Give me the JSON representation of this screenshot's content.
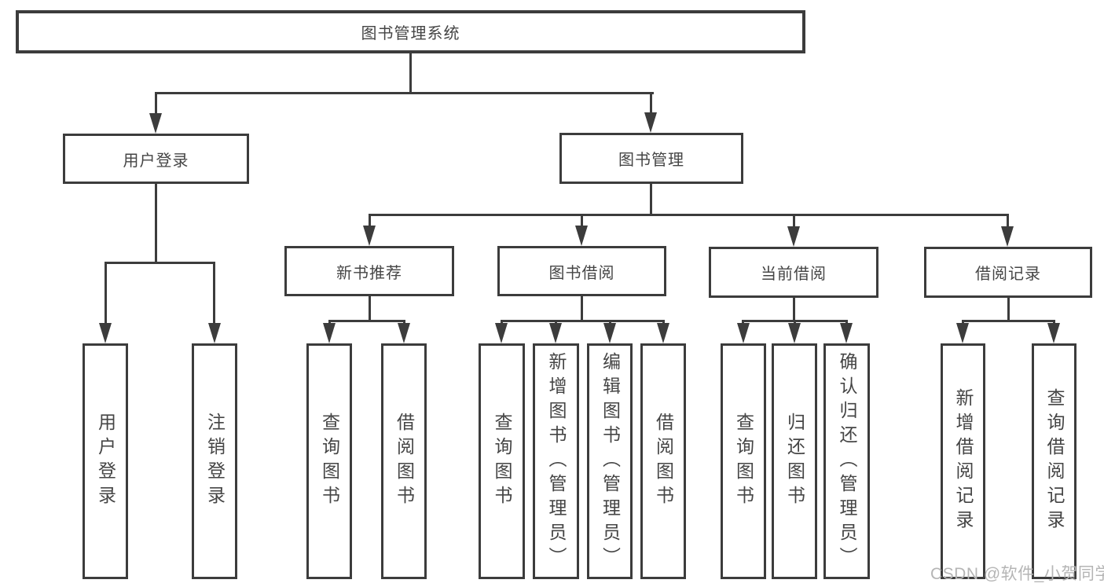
{
  "diagram": {
    "title": "图书管理系统",
    "branches": [
      {
        "label": "用户登录",
        "children": [
          "用户登录",
          "注销登录"
        ]
      },
      {
        "label": "图书管理",
        "children": [
          {
            "label": "新书推荐",
            "children": [
              "查询图书",
              "借阅图书"
            ]
          },
          {
            "label": "图书借阅",
            "children": [
              "查询图书",
              "新增图书（管理员）",
              "编辑图书（管理员）",
              "借阅图书"
            ]
          },
          {
            "label": "当前借阅",
            "children": [
              "查询图书",
              "归还图书",
              "确认归还（管理员）"
            ]
          },
          {
            "label": "借阅记录",
            "children": [
              "新增借阅记录",
              "查询借阅记录"
            ]
          }
        ]
      }
    ]
  },
  "watermark": "CSDN @软件_小贺同学",
  "colors": {
    "line": "#3c3c3c",
    "text": "#454545",
    "background": "#ffffff",
    "watermark": "#b5b5b5"
  }
}
